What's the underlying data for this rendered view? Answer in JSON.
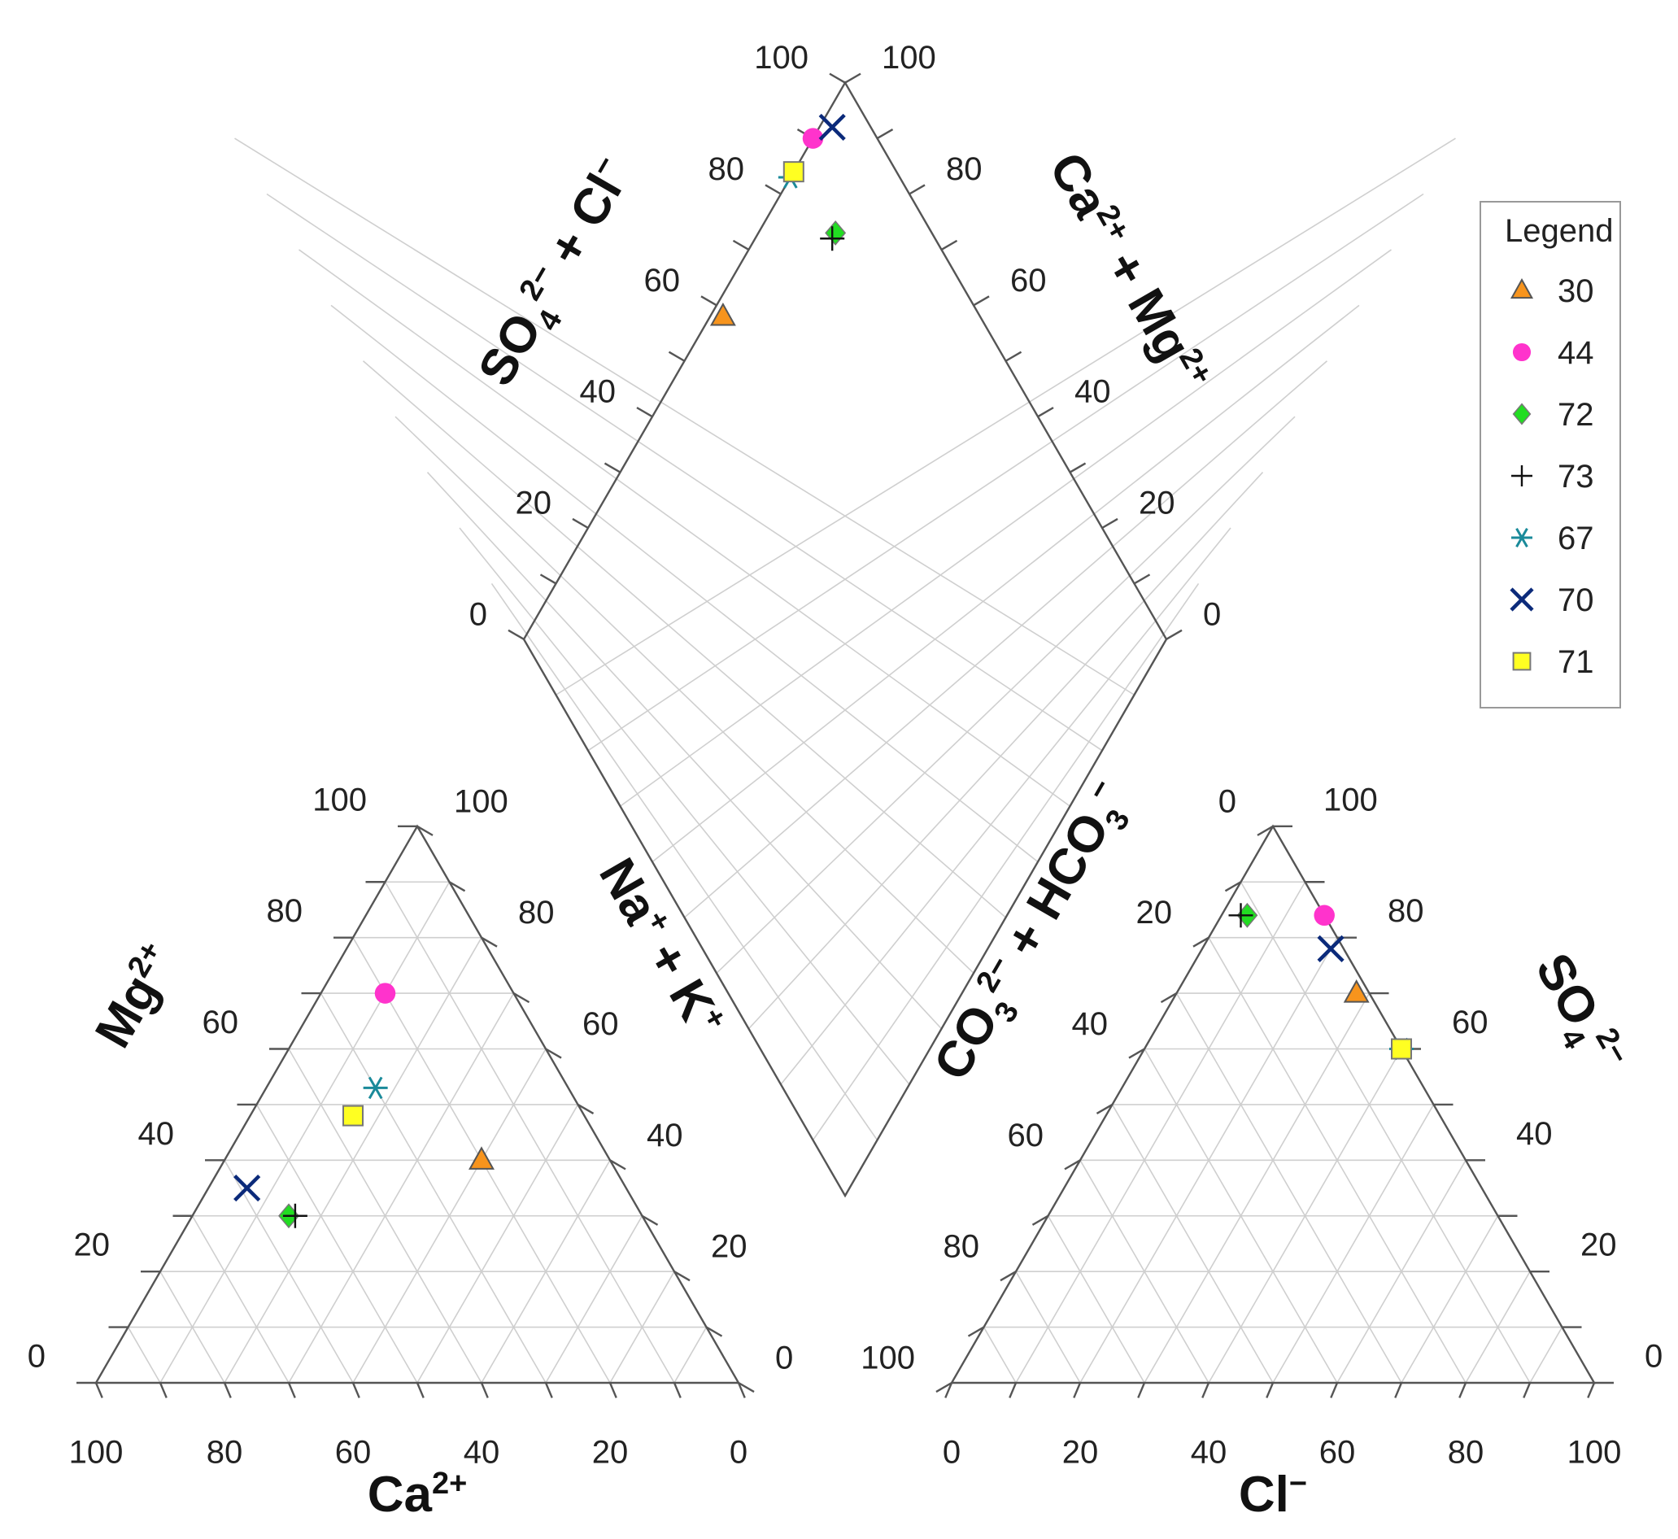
{
  "chart_data": {
    "type": "scatter",
    "subtype": "piper-diagram",
    "grid_step": 10,
    "legend": {
      "title": "Legend",
      "placement": "right",
      "entries": [
        {
          "name": "30",
          "marker": "triangle",
          "color": "#f7941d"
        },
        {
          "name": "44",
          "marker": "circle",
          "color": "#ff33cc"
        },
        {
          "name": "72",
          "marker": "diamond",
          "color": "#22dd22"
        },
        {
          "name": "73",
          "marker": "plus",
          "color": "#111111"
        },
        {
          "name": "67",
          "marker": "asterisk",
          "color": "#1a8a9a"
        },
        {
          "name": "70",
          "marker": "x",
          "color": "#0b2a7a"
        },
        {
          "name": "71",
          "marker": "square",
          "color": "#ffff22"
        }
      ]
    },
    "cation_triangle": {
      "bottom_axis": {
        "label_main": "Ca",
        "label_sup": "2+",
        "ticks": [
          "100",
          "80",
          "60",
          "40",
          "20",
          "0"
        ]
      },
      "left_axis": {
        "label_main": "Mg",
        "label_sup": "2+",
        "ticks": [
          "0",
          "20",
          "40",
          "60",
          "80",
          "100"
        ]
      },
      "right_axis": {
        "label_parts": [
          "Na",
          "+",
          " + K",
          "+"
        ],
        "ticks": [
          "0",
          "20",
          "40",
          "60",
          "80",
          "100"
        ]
      },
      "points": [
        {
          "sample": "30",
          "Ca": 20,
          "Mg": 40,
          "NaK": 40
        },
        {
          "sample": "44",
          "Ca": 20,
          "Mg": 70,
          "NaK": 10
        },
        {
          "sample": "72",
          "Ca": 55,
          "Mg": 30,
          "NaK": 15
        },
        {
          "sample": "73",
          "Ca": 54,
          "Mg": 30,
          "NaK": 16
        },
        {
          "sample": "67",
          "Ca": 30,
          "Mg": 53,
          "NaK": 17
        },
        {
          "sample": "70",
          "Ca": 59,
          "Mg": 35,
          "NaK": 6
        },
        {
          "sample": "71",
          "Ca": 36,
          "Mg": 48,
          "NaK": 16
        }
      ]
    },
    "anion_triangle": {
      "bottom_axis": {
        "label_main": "Cl",
        "label_sup": "−",
        "ticks": [
          "0",
          "20",
          "40",
          "60",
          "80",
          "100"
        ]
      },
      "left_axis": {
        "label_parts": [
          "CO",
          "3",
          "2−",
          " + HCO",
          "3",
          "−"
        ],
        "ticks": [
          "100",
          "80",
          "60",
          "40",
          "20",
          "0"
        ]
      },
      "right_axis": {
        "label_parts": [
          "SO",
          "4",
          "2−"
        ],
        "ticks": [
          "0",
          "20",
          "40",
          "60",
          "80",
          "100"
        ]
      },
      "points": [
        {
          "sample": "30",
          "CO3HCO3": 2,
          "SO4": 70,
          "Cl": 28
        },
        {
          "sample": "44",
          "CO3HCO3": 0,
          "SO4": 84,
          "Cl": 16
        },
        {
          "sample": "72",
          "CO3HCO3": 12,
          "SO4": 84,
          "Cl": 4
        },
        {
          "sample": "73",
          "CO3HCO3": 13,
          "SO4": 84,
          "Cl": 3
        },
        {
          "sample": "67",
          "CO3HCO3": 0,
          "SO4": 60,
          "Cl": 40
        },
        {
          "sample": "70",
          "CO3HCO3": 2,
          "SO4": 78,
          "Cl": 20
        },
        {
          "sample": "71",
          "CO3HCO3": 0,
          "SO4": 60,
          "Cl": 40
        }
      ]
    },
    "diamond": {
      "upper_left_axis": {
        "label_parts": [
          "SO",
          "4",
          "2−",
          " + Cl",
          "−"
        ],
        "ticks": [
          "0",
          "20",
          "40",
          "60",
          "80",
          "100"
        ]
      },
      "upper_right_axis": {
        "label_parts": [
          "Ca",
          "2+",
          " + Mg",
          "2+"
        ],
        "ticks": [
          "0",
          "20",
          "40",
          "60",
          "80",
          "100"
        ]
      },
      "points": [
        {
          "sample": "30",
          "SO4Cl": 98,
          "CaMg": 60
        },
        {
          "sample": "44",
          "SO4Cl": 100,
          "CaMg": 90
        },
        {
          "sample": "72",
          "SO4Cl": 88,
          "CaMg": 85
        },
        {
          "sample": "73",
          "SO4Cl": 88,
          "CaMg": 84
        },
        {
          "sample": "67",
          "SO4Cl": 100,
          "CaMg": 83
        },
        {
          "sample": "70",
          "SO4Cl": 98,
          "CaMg": 94
        },
        {
          "sample": "71",
          "SO4Cl": 100,
          "CaMg": 84
        }
      ]
    }
  }
}
